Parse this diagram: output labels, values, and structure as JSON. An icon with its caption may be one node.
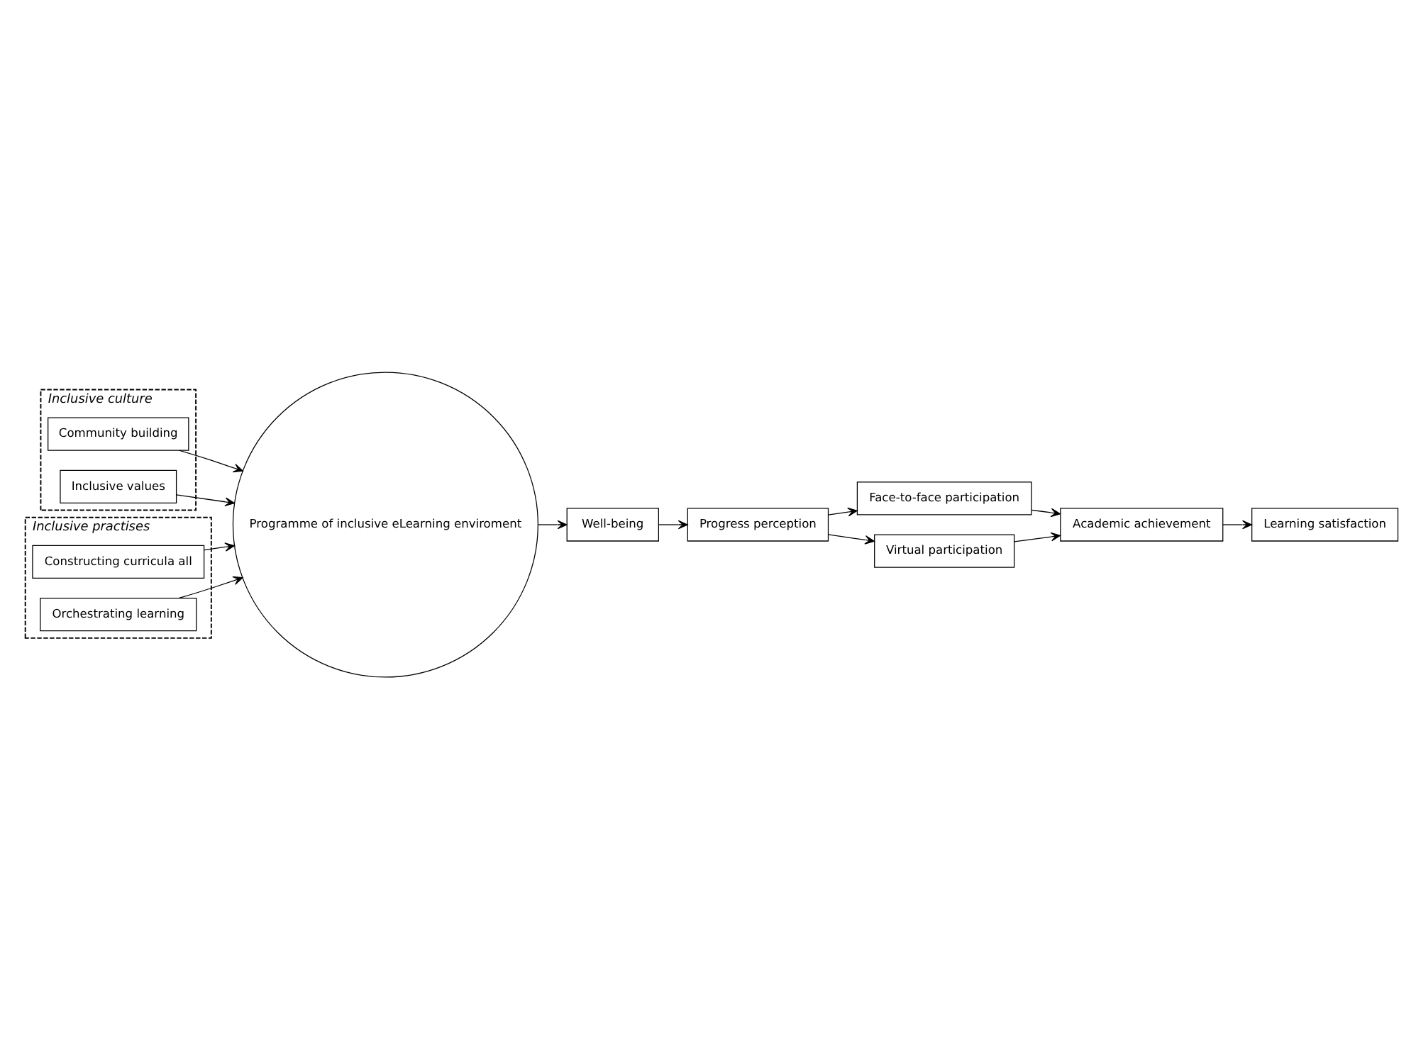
{
  "diagram": {
    "nodes": [
      {
        "text": [
          "Inclusive culture"
        ]
      },
      {
        "text": [
          "Community building"
        ],
        "in": 0
      },
      {
        "text": [
          "Inclusive values"
        ],
        "in": 0
      },
      {
        "text": [
          "Inclusive practises"
        ]
      },
      {
        "text": [
          "Constructing curricula all"
        ],
        "in": 3
      },
      {
        "text": [
          "Orchestrating learning"
        ],
        "in": 3
      },
      {
        "text": [
          "Programme of inclusive eLearning enviroment"
        ]
      },
      {
        "text": [
          "Well-being"
        ]
      },
      {
        "text": [
          "Progress perception"
        ]
      },
      {
        "text": [
          "Face-to-face participation"
        ]
      },
      {
        "text": [
          "Virtual participation"
        ]
      },
      {
        "text": [
          "Academic achievement"
        ]
      },
      {
        "text": [
          "Learning satisfaction"
        ]
      }
    ],
    "edges": [
      {
        "from": 1,
        "to": 6,
        "arrow": "to"
      },
      {
        "from": 2,
        "to": 6,
        "arrow": "to"
      },
      {
        "from": 4,
        "to": 6,
        "arrow": "to"
      },
      {
        "from": 5,
        "to": 6,
        "arrow": "to"
      },
      {
        "from": 6,
        "to": 7,
        "arrow": "to"
      },
      {
        "from": 7,
        "to": 8,
        "arrow": "to"
      },
      {
        "from": 8,
        "to": 9,
        "arrow": "to"
      },
      {
        "from": 8,
        "to": 10,
        "arrow": "to"
      },
      {
        "from": 9,
        "to": 11,
        "arrow": "to"
      },
      {
        "from": 10,
        "to": 11,
        "arrow": "to"
      },
      {
        "from": 11,
        "to": 12,
        "arrow": "to"
      }
    ]
  }
}
